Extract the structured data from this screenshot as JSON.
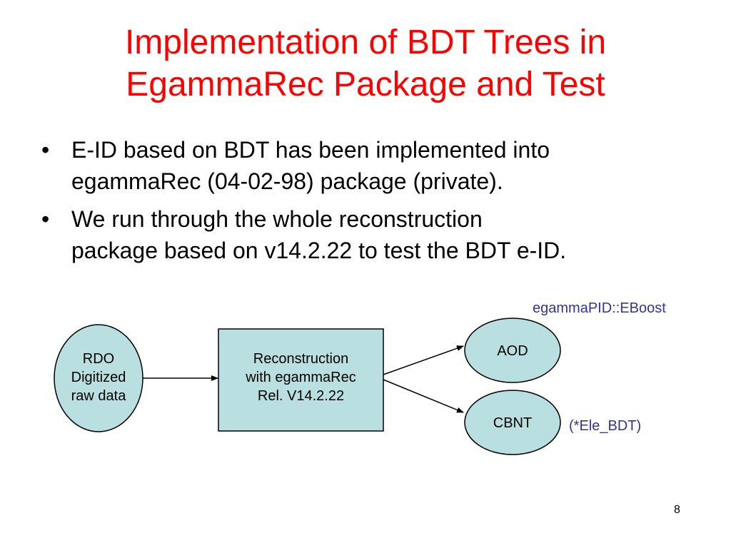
{
  "slide": {
    "title_lines": [
      "Implementation of BDT Trees in",
      "EgammaRec Package and Test"
    ],
    "bullets": [
      {
        "bullet": "•",
        "lines": [
          "E-ID based on BDT has been implemented into",
          "egammaRec (04-02-98) package (private)."
        ]
      },
      {
        "bullet": "•",
        "lines": [
          "We run through the whole reconstruction",
          "package based on v14.2.22 to test the BDT e-ID."
        ]
      }
    ],
    "page_number": "8"
  },
  "diagram": {
    "rdo": {
      "lines": [
        "RDO",
        "Digitized",
        "raw data"
      ]
    },
    "reco": {
      "lines": [
        "Reconstruction",
        "with egammaRec",
        "Rel. V14.2.22"
      ]
    },
    "aod": {
      "label": "AOD"
    },
    "cbnt": {
      "label": "CBNT"
    },
    "aod_note": "egammaPID::EBoost",
    "cbnt_note": "(*Ele_BDT)",
    "colors": {
      "shape_fill": "#b9dfe1",
      "stroke": "#000000",
      "note": "#333399",
      "title": "#ff0000"
    }
  }
}
